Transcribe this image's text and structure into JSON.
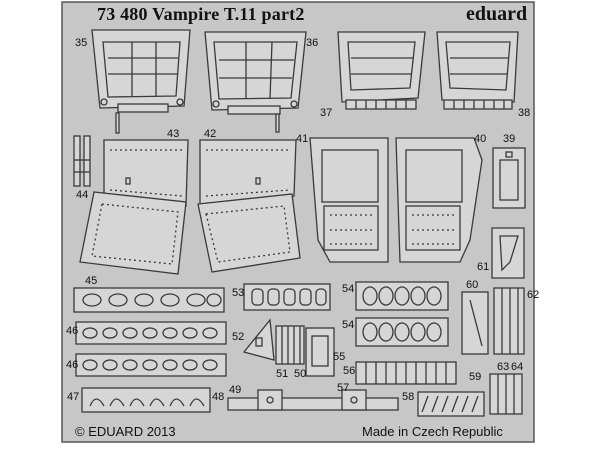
{
  "header": {
    "title": "73 480 Vampire T.11 part2",
    "brand": "eduard"
  },
  "footer": {
    "copyright": "© EDUARD 2013",
    "origin": "Made in Czech Republic"
  },
  "part_numbers": {
    "p35": "35",
    "p36": "36",
    "p37": "37",
    "p38": "38",
    "p39": "39",
    "p40": "40",
    "p41": "41",
    "p42": "42",
    "p43": "43",
    "p44": "44",
    "p45": "45",
    "p46a": "46",
    "p46b": "46",
    "p47": "47",
    "p48": "48",
    "p49": "49",
    "p50": "50",
    "p51": "51",
    "p52": "52",
    "p53": "53",
    "p54a": "54",
    "p54b": "54",
    "p55": "55",
    "p56": "56",
    "p57": "57",
    "p58": "58",
    "p59": "59",
    "p60": "60",
    "p61": "61",
    "p62": "62",
    "p63": "63",
    "p64": "64"
  },
  "colors": {
    "fret": "#c7c7c7",
    "part": "#d6d6d6",
    "outline": "#3a3a3a",
    "ink": "#111111"
  }
}
